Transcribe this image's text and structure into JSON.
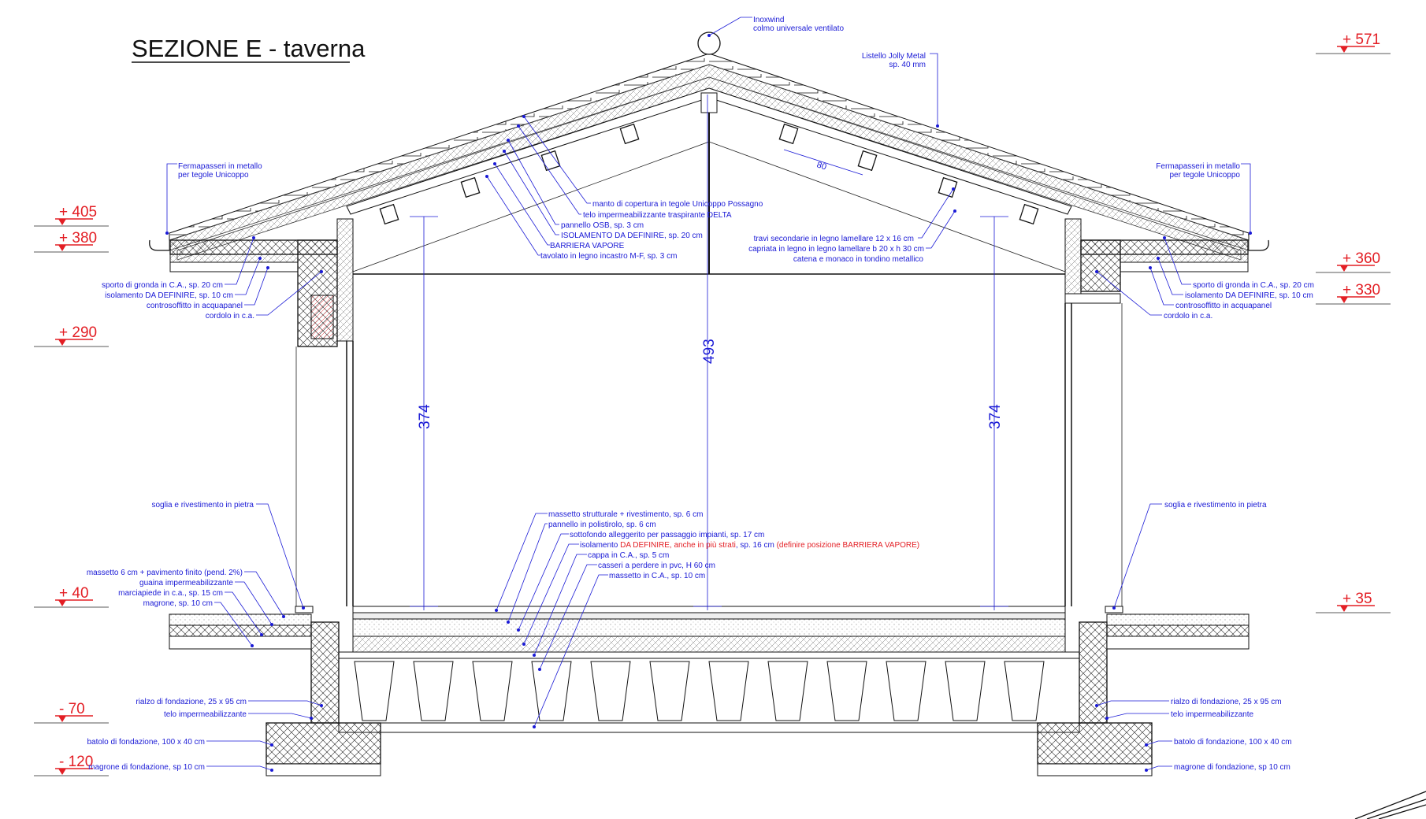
{
  "title": "SEZIONE E - taverna",
  "levels": {
    "l405": "+ 405",
    "l380": "+ 380",
    "l290": "+ 290",
    "l40": "+ 40",
    "lm70": "- 70",
    "lm120": "- 120",
    "l571": "+ 571",
    "l360": "+ 360",
    "l330": "+ 330",
    "l35": "+ 35"
  },
  "dims": {
    "left_height": "374",
    "center_height": "493",
    "right_height": "374",
    "spacing": "80"
  },
  "annotations": {
    "inoxwind_1": "Inoxwind",
    "inoxwind_2": "colmo universale ventilato",
    "listello_1": "Listello Jolly Metal",
    "listello_2": "sp. 40 mm",
    "ferma_l1": "Fermapasseri in metallo",
    "ferma_l2": "per tegole Unicoppo",
    "ferma_r1": "Fermapasseri in metallo",
    "ferma_r2": "per tegole Unicoppo",
    "manto": "manto di copertura in tegole Unicoppo Possagno",
    "telo_delta": "telo impermeabilizzante traspirante DELTA",
    "osb": "pannello OSB, sp. 3 cm",
    "iso20": "ISOLAMENTO DA DEFINIRE, sp. 20 cm",
    "barriera": "BARRIERA VAPORE",
    "tavolato": "tavolato in legno incastro M-F, sp. 3 cm",
    "travi": "travi secondarie in legno lamellare 12 x 16 cm",
    "capriata": "capriata in legno in legno lamellare b 20 x h 30 cm",
    "catena": "catena e monaco in tondino metallico",
    "sporto_l": "sporto di gronda in C.A., sp. 20 cm",
    "iso10_l": "isolamento DA DEFINIRE, sp. 10 cm",
    "contro_l": "controsoffitto in acquapanel",
    "cordolo_l": "cordolo in c.a.",
    "sporto_r": "sporto di gronda in C.A., sp. 20 cm",
    "iso10_r": "isolamento DA DEFINIRE, sp. 10 cm",
    "contro_r": "controsoffitto in acquapanel",
    "cordolo_r": "cordolo in c.a.",
    "soglia_l": "soglia e rivestimento in pietra",
    "soglia_r": "soglia e rivestimento in pietra",
    "massetto6": "massetto 6 cm + pavimento finito (pend. 2%)",
    "guaina": "guaina impermeabilizzante",
    "marciapiede": "marciapiede in c.a., sp. 15 cm",
    "magrone10": "magrone, sp. 10 cm",
    "massetto_strutt": "massetto strutturale + rivestimento, sp. 6 cm",
    "polistirolo": "pannello in polistirolo, sp. 6 cm",
    "sottofondo": "sottofondo alleggerito per passaggio impianti, sp. 17 cm",
    "iso_prefix": "isolamento ",
    "iso_red": "DA DEFINIRE, anche in più strati",
    "iso_mid": ", sp. 16 cm ",
    "iso_red2": "(definire posizione BARRIERA VAPORE)",
    "cappa": "cappa in C.A., sp. 5 cm",
    "casseri": "casseri a perdere in pvc, H 60 cm",
    "massetto_ca": "massetto in C.A., sp. 10 cm",
    "rialzo_l": "rialzo di fondazione, 25 x 95 cm",
    "telo_l": "telo impermeabilizzante",
    "batolo_l": "batolo di fondazione, 100 x 40 cm",
    "magrone_f_l": "magrone di fondazione, sp 10 cm",
    "rialzo_r": "rialzo di fondazione, 25 x 95 cm",
    "telo_r": "telo impermeabilizzante",
    "batolo_r": "batolo di fondazione, 100 x 40 cm",
    "magrone_f_r": "magrone di fondazione, sp 10 cm"
  },
  "colors": {
    "ink": "#111111",
    "annotation": "#1a1ad6",
    "level": "#e31e24"
  }
}
